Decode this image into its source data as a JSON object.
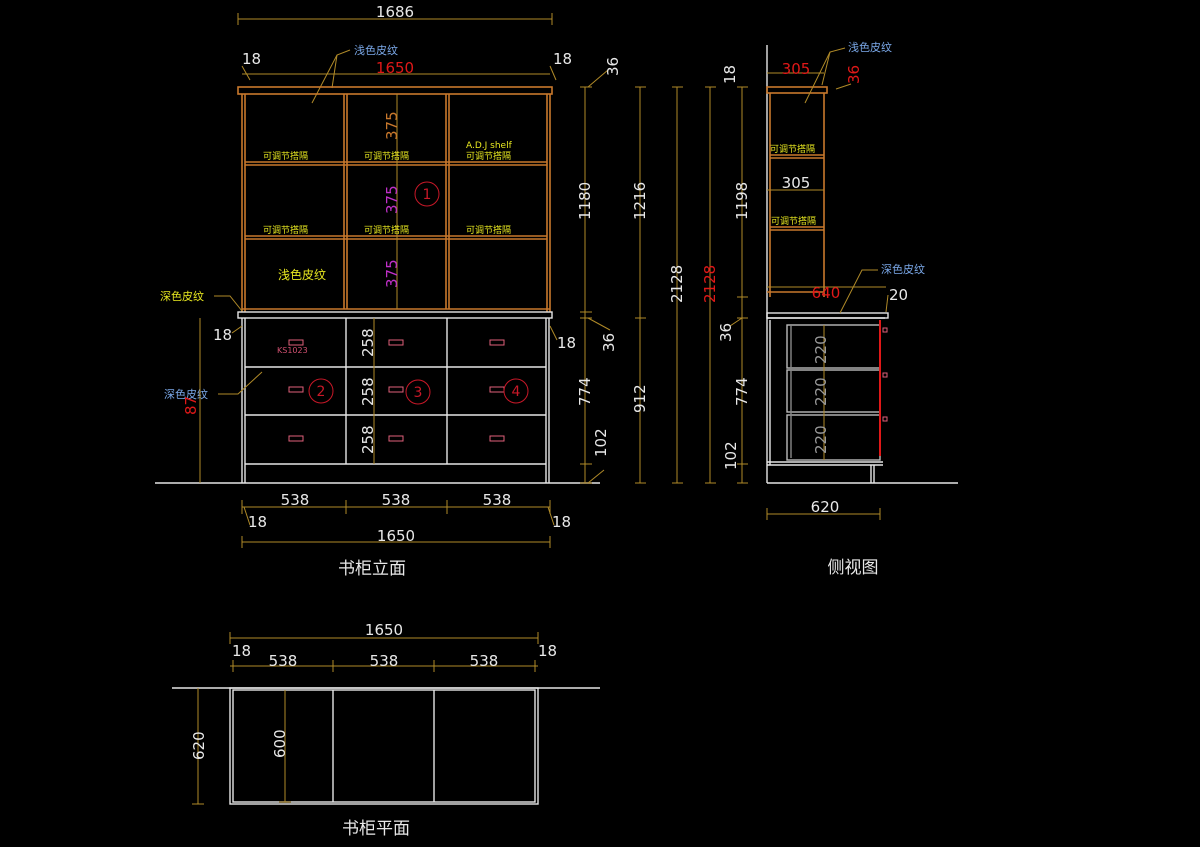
{
  "elevation": {
    "title": "书柜立面",
    "overall_width": "1686",
    "inner_width_red": "1650",
    "side_left": "18",
    "side_right": "18",
    "label_top_light": "浅色皮纹",
    "label_light_inside": "浅色皮纹",
    "label_dark_left": "深色皮纹",
    "label_dark_lower": "深色皮纹",
    "shelf_label": "可调节搭隔",
    "shelf_label_en": "A.D.J shelf",
    "upper_heights": [
      "375",
      "375",
      "375"
    ],
    "drawer_heights": [
      "258",
      "258",
      "258"
    ],
    "drawer_code": "KS1023",
    "circle_markers": [
      "1",
      "2",
      "3",
      "4"
    ],
    "right_dims": {
      "top_36": "36",
      "h_1180": "1180",
      "mid_36": "36",
      "h_774": "774",
      "h_102": "102",
      "h_1216": "1216",
      "h_912": "912",
      "h_2128": "2128"
    },
    "left_dim_red": "87",
    "lower_side_left": "18",
    "lower_side_right": "18",
    "bottom_widths": [
      "538",
      "538",
      "538"
    ],
    "bottom_side_left": "18",
    "bottom_side_right": "18",
    "bottom_total": "1650"
  },
  "side_view": {
    "title": "侧视图",
    "label_light": "浅色皮纹",
    "label_dark": "深色皮纹",
    "top_depth_red": "305",
    "top_thick_red": "36",
    "top_18": "18",
    "shelf_label": "可调节搭隔",
    "mid_depth": "305",
    "h_1198": "1198",
    "h_2128_red": "2128",
    "slab_depth_red": "640",
    "overhang": "20",
    "mid_36": "36",
    "h_774": "774",
    "h_102": "102",
    "drawer_heights": [
      "220",
      "220",
      "220"
    ],
    "depth": "620"
  },
  "plan": {
    "title": "书柜平面",
    "total": "1650",
    "side_left": "18",
    "side_right": "18",
    "widths": [
      "538",
      "538",
      "538"
    ],
    "depth": "620",
    "inner_depth": "600"
  }
}
